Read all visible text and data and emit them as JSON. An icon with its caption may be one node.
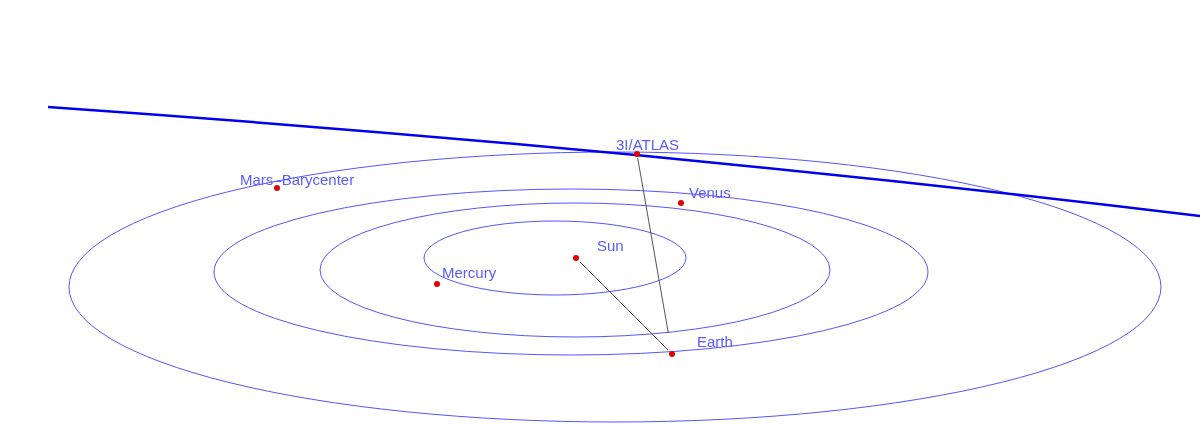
{
  "diagram": {
    "nodes": [
      {
        "text": [
          "3I/ATLAS"
        ]
      },
      {
        "text": [
          "Mars–Barycenter"
        ]
      },
      {
        "text": [
          "Venus"
        ]
      },
      {
        "text": [
          "Sun"
        ]
      },
      {
        "text": [
          "Mercury"
        ]
      },
      {
        "text": [
          "Earth"
        ]
      }
    ],
    "edges": [
      {
        "from": 0,
        "to": 5,
        "arrow": "none"
      },
      {
        "from": 3,
        "to": 5,
        "arrow": "none"
      }
    ]
  }
}
